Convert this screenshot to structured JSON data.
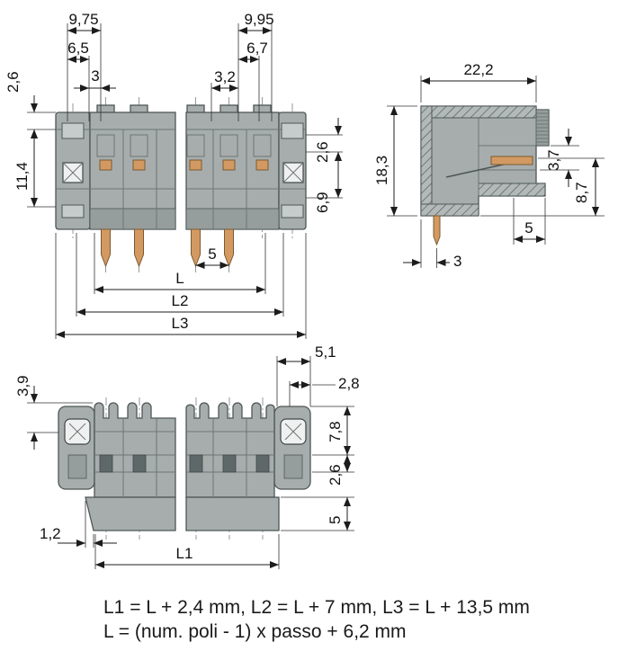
{
  "drawing": {
    "kind": "technical dimension drawing of PCB male header connector",
    "colors": {
      "body_gray": "#a7adad",
      "detail_gray": "#969d9d",
      "outline": "#4e5656",
      "pin_copper": "#d29a62",
      "dimension_ink": "#1c1c1c",
      "background": "#ffffff"
    },
    "views": {
      "front": {
        "dims": {
          "d9_75": "9,75",
          "d6_5": "6,5",
          "d3": "3",
          "d2_6_left": "2,6",
          "d11_4": "11,4",
          "d9_95": "9,95",
          "d6_7": "6,7",
          "d3_2": "3,2",
          "d2_6_right": "2,6",
          "d6_9": "6,9",
          "d5": "5",
          "dL": "L",
          "dL2": "L2",
          "dL3": "L3"
        }
      },
      "side": {
        "dims": {
          "d22_2": "22,2",
          "d18_3": "18,3",
          "d3_7": "3,7",
          "d8_7": "8,7",
          "d5": "5",
          "d3": "3"
        }
      },
      "bottom": {
        "dims": {
          "d3_9": "3,9",
          "d5_1": "5,1",
          "d2_8": "2,8",
          "d7_8": "7,8",
          "d2_6": "2,6",
          "d5": "5",
          "d1_2": "1,2",
          "dL1": "L1"
        }
      }
    },
    "formulas": {
      "line1": "L1 = L + 2,4 mm, L2 = L + 7 mm, L3 = L + 13,5 mm",
      "line2": "L = (num. poli - 1) x passo + 6,2 mm"
    }
  }
}
